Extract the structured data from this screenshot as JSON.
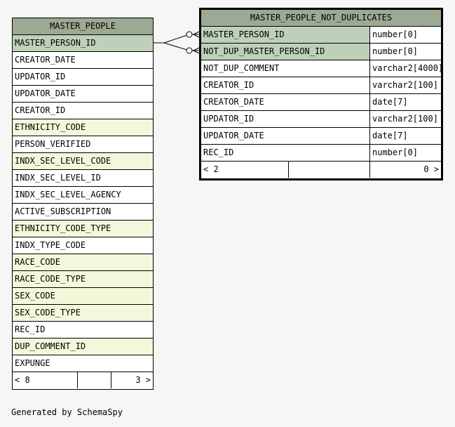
{
  "footer": "Generated by SchemaSpy",
  "master_people": {
    "title": "MASTER_PEOPLE",
    "columns": [
      {
        "name": "MASTER_PERSON_ID",
        "kind": "pk"
      },
      {
        "name": "CREATOR_DATE",
        "kind": "plain"
      },
      {
        "name": "UPDATOR_ID",
        "kind": "plain"
      },
      {
        "name": "UPDATOR_DATE",
        "kind": "plain"
      },
      {
        "name": "CREATOR_ID",
        "kind": "plain"
      },
      {
        "name": "ETHNICITY_CODE",
        "kind": "idx"
      },
      {
        "name": "PERSON_VERIFIED",
        "kind": "plain"
      },
      {
        "name": "INDX_SEC_LEVEL_CODE",
        "kind": "idx"
      },
      {
        "name": "INDX_SEC_LEVEL_ID",
        "kind": "plain"
      },
      {
        "name": "INDX_SEC_LEVEL_AGENCY",
        "kind": "plain"
      },
      {
        "name": "ACTIVE_SUBSCRIPTION",
        "kind": "plain"
      },
      {
        "name": "ETHNICITY_CODE_TYPE",
        "kind": "idx"
      },
      {
        "name": "INDX_TYPE_CODE",
        "kind": "plain"
      },
      {
        "name": "RACE_CODE",
        "kind": "idx"
      },
      {
        "name": "RACE_CODE_TYPE",
        "kind": "idx"
      },
      {
        "name": "SEX_CODE",
        "kind": "idx"
      },
      {
        "name": "SEX_CODE_TYPE",
        "kind": "idx"
      },
      {
        "name": "REC_ID",
        "kind": "plain"
      },
      {
        "name": "DUP_COMMENT_ID",
        "kind": "idx"
      },
      {
        "name": "EXPUNGE",
        "kind": "plain"
      }
    ],
    "parents": "< 8",
    "children": "3 >"
  },
  "not_duplicates": {
    "title": "MASTER_PEOPLE_NOT_DUPLICATES",
    "columns": [
      {
        "name": "MASTER_PERSON_ID",
        "type": "number[0]",
        "kind": "pk"
      },
      {
        "name": "NOT_DUP_MASTER_PERSON_ID",
        "type": "number[0]",
        "kind": "pk"
      },
      {
        "name": "NOT_DUP_COMMENT",
        "type": "varchar2[4000]",
        "kind": "plain"
      },
      {
        "name": "CREATOR_ID",
        "type": "varchar2[100]",
        "kind": "plain"
      },
      {
        "name": "CREATOR_DATE",
        "type": "date[7]",
        "kind": "plain"
      },
      {
        "name": "UPDATOR_ID",
        "type": "varchar2[100]",
        "kind": "plain"
      },
      {
        "name": "UPDATOR_DATE",
        "type": "date[7]",
        "kind": "plain"
      },
      {
        "name": "REC_ID",
        "type": "number[0]",
        "kind": "plain"
      }
    ],
    "parents": "< 2",
    "children": "0 >"
  },
  "relationships": [
    {
      "from": "master_people.MASTER_PERSON_ID",
      "to": "not_duplicates.MASTER_PERSON_ID"
    },
    {
      "from": "master_people.MASTER_PERSON_ID",
      "to": "not_duplicates.NOT_DUP_MASTER_PERSON_ID"
    }
  ]
}
